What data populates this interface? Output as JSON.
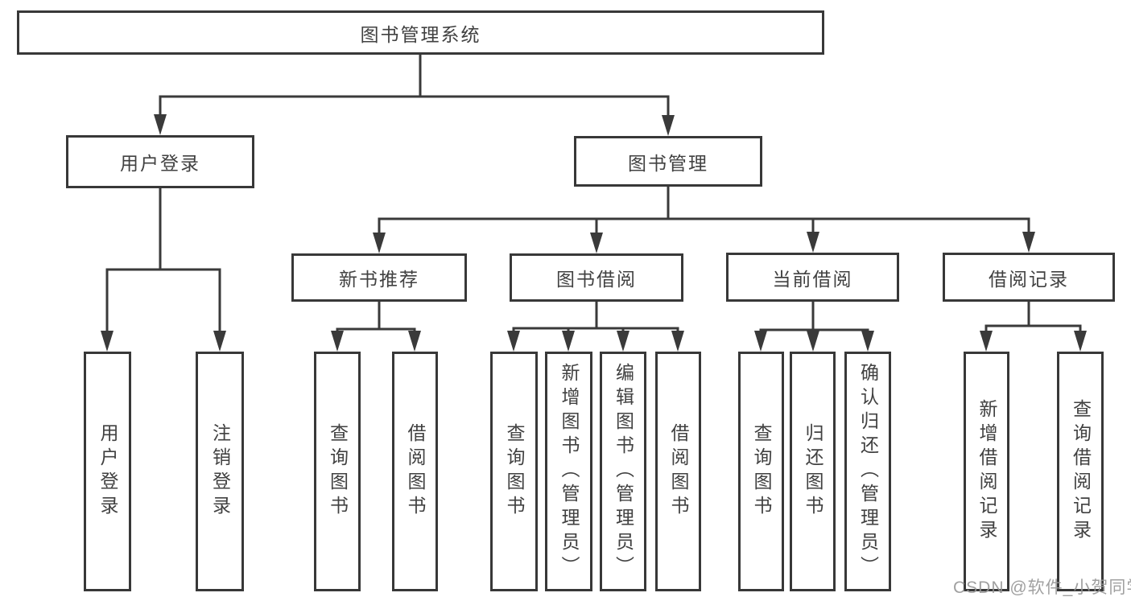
{
  "diagram": {
    "root": {
      "label": "图书管理系统"
    },
    "level2": [
      {
        "label": "用户登录"
      },
      {
        "label": "图书管理"
      }
    ],
    "level3": [
      {
        "label": "新书推荐"
      },
      {
        "label": "图书借阅"
      },
      {
        "label": "当前借阅"
      },
      {
        "label": "借阅记录"
      }
    ],
    "leaves": [
      {
        "label": "用户登录"
      },
      {
        "label": "注销登录"
      },
      {
        "label": "查询图书"
      },
      {
        "label": "借阅图书"
      },
      {
        "label": "查询图书"
      },
      {
        "label": "新增图书（管理员）"
      },
      {
        "label": "编辑图书（管理员）"
      },
      {
        "label": "借阅图书"
      },
      {
        "label": "查询图书"
      },
      {
        "label": "归还图书"
      },
      {
        "label": "确认归还（管理员）"
      },
      {
        "label": "新增借阅记录"
      },
      {
        "label": "查询借阅记录"
      }
    ],
    "watermark": "CSDN @软件_小贺同学",
    "colors": {
      "line": "#3a3a3a",
      "border": "#383838",
      "text": "#414141",
      "watermark": "#969696",
      "background": "#ffffff"
    }
  }
}
